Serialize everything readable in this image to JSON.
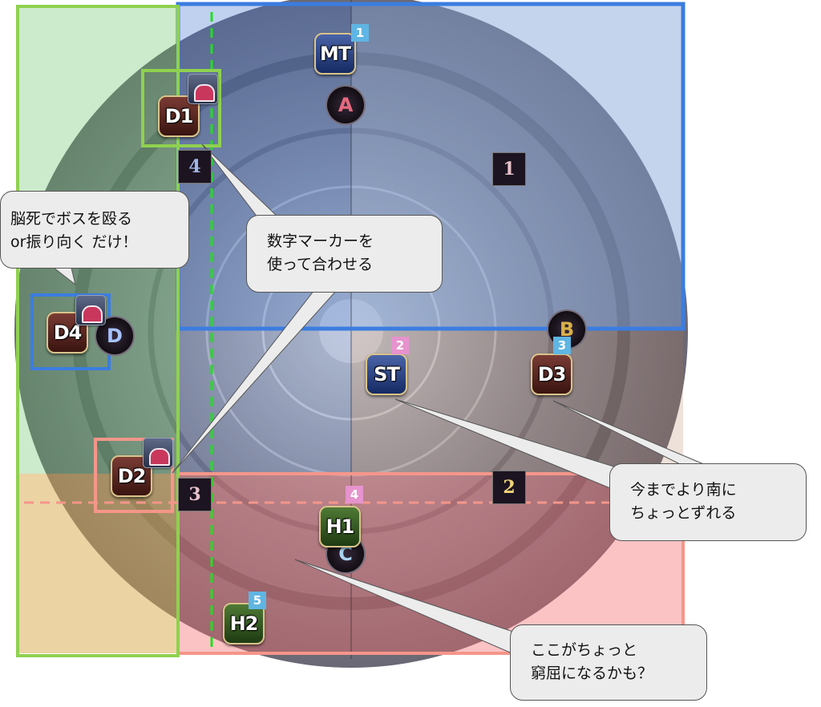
{
  "arena": {
    "party_slots": [
      {
        "role": "MT",
        "number": "1"
      },
      {
        "role": "ST",
        "number": "2"
      },
      {
        "role": "D3",
        "number": "3"
      },
      {
        "role": "H1",
        "number": "4"
      },
      {
        "role": "H2",
        "number": "5"
      },
      {
        "role": "D1",
        "number": ""
      },
      {
        "role": "D4",
        "number": ""
      },
      {
        "role": "D2",
        "number": ""
      }
    ],
    "waymarks": {
      "A": "A",
      "B": "B",
      "C": "C",
      "D": "D",
      "one": "1",
      "two": "2",
      "three": "3",
      "four": "4"
    },
    "colors": {
      "blue_zone": "#3b7de0",
      "green_zone": "#8fd14f",
      "red_zone": "#f4968a",
      "number_blue": "#5fb5e3",
      "number_pink": "#e693ce"
    }
  },
  "callouts": {
    "top_left": {
      "line1": "脳死でボスを殴る",
      "line2": "or振り向く だけ！"
    },
    "number_markers": {
      "line1": "数字マーカーを",
      "line2": "使って合わせる"
    },
    "south_shift": {
      "line1": "今までより南に",
      "line2": "ちょっとずれる"
    },
    "cramped": {
      "line1": "ここがちょっと",
      "line2": "窮屈になるかも？"
    }
  }
}
